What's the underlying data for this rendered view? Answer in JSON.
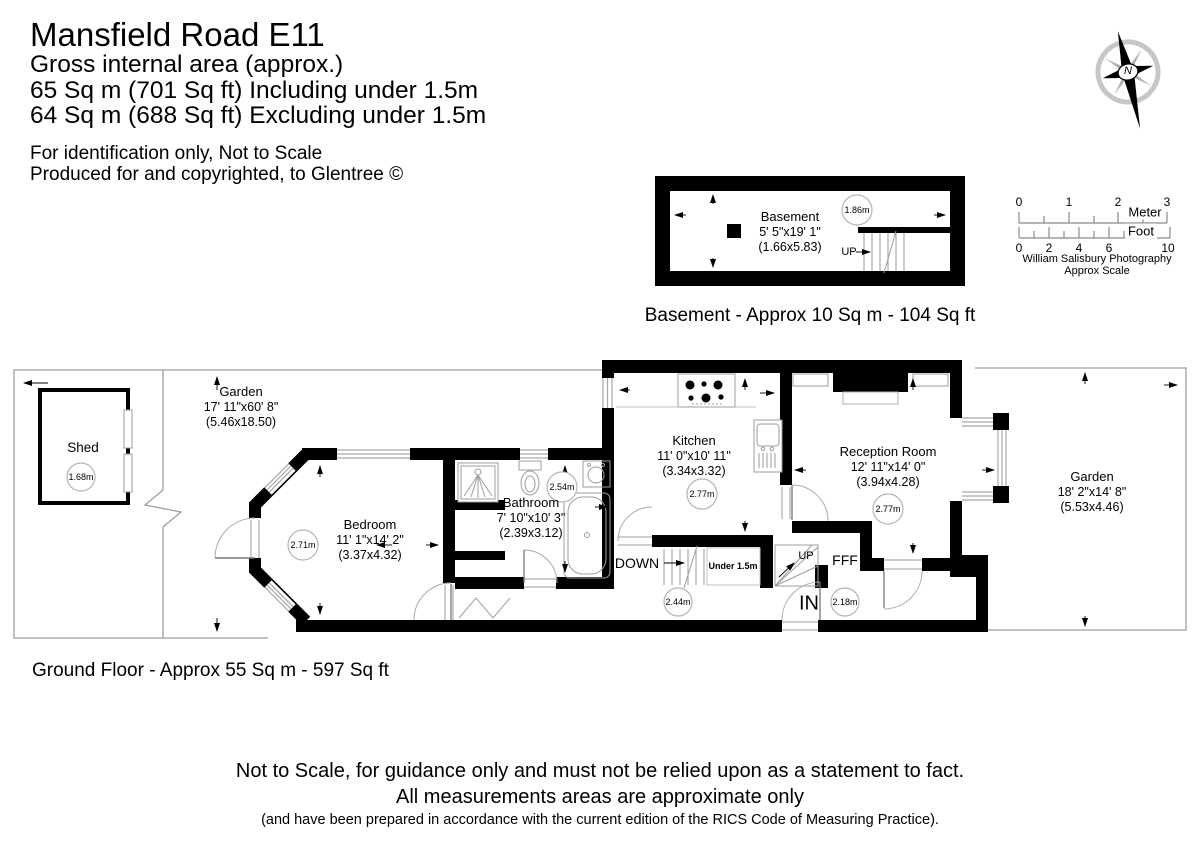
{
  "page": {
    "background": "#ffffff",
    "wall_color": "#000000",
    "thin_line_color": "#9e9e9e"
  },
  "header": {
    "address": "Mansfield Road E11",
    "line2": "Gross internal area (approx.)",
    "line3": "65 Sq m (701 Sq ft) Including under 1.5m",
    "line4": "64 Sq m (688 Sq ft) Excluding under 1.5m",
    "note1": "For identification only, Not to Scale",
    "note2": "Produced for and copyrighted, to Glentree ©"
  },
  "compass": {
    "label": "N"
  },
  "basement_plan": {
    "room_name": "Basement",
    "dims_ft": "5' 5\"x19' 1\"",
    "dims_m": "(1.66x5.83)",
    "ceiling_height": "1.86m",
    "up_label": "UP",
    "caption": "Basement - Approx 10 Sq m - 104 Sq ft"
  },
  "scale_bar": {
    "meter_labels": [
      "0",
      "1",
      "2",
      "3"
    ],
    "meter_unit": "Meter",
    "foot_labels": [
      "0",
      "2",
      "4",
      "6",
      "10"
    ],
    "foot_unit": "Foot",
    "credit_line1": "William Salisbury Photography",
    "credit_line2": "Approx Scale"
  },
  "ground_floor": {
    "caption": "Ground Floor - Approx 55 Sq m - 597 Sq ft",
    "garden_left": {
      "name": "Garden",
      "dims_ft": "17' 11\"x60' 8\"",
      "dims_m": "(5.46x18.50)"
    },
    "shed": {
      "name": "Shed",
      "ceiling_height": "1.68m"
    },
    "bedroom": {
      "name": "Bedroom",
      "dims_ft": "11' 1\"x14' 2\"",
      "dims_m": "(3.37x4.32)",
      "ceiling_height": "2.71m"
    },
    "bathroom": {
      "name": "Bathroom",
      "dims_ft": "7' 10\"x10' 3\"",
      "dims_m": "(2.39x3.12)",
      "ceiling_height": "2.54m"
    },
    "kitchen": {
      "name": "Kitchen",
      "dims_ft": "11' 0\"x10' 11\"",
      "dims_m": "(3.34x3.32)",
      "ceiling_height": "2.77m"
    },
    "reception": {
      "name": "Reception Room",
      "dims_ft": "12' 11\"x14' 0\"",
      "dims_m": "(3.94x4.28)",
      "ceiling_height": "2.77m"
    },
    "garden_right": {
      "name": "Garden",
      "dims_ft": "18' 2\"x14' 8\"",
      "dims_m": "(5.53x4.46)"
    },
    "hall": {
      "down_label": "DOWN",
      "under_label": "Under 1.5m",
      "up_label": "UP",
      "fff_label": "FFF",
      "in_label": "IN",
      "hall_height": "2.44m",
      "entry_height": "2.18m"
    }
  },
  "footer": {
    "line1": "Not to Scale, for guidance only and must not be relied upon as a statement to fact.",
    "line2": "All measurements areas are approximate only",
    "line3": "(and have been prepared in accordance with the current edition of the RICS Code of Measuring Practice)."
  }
}
